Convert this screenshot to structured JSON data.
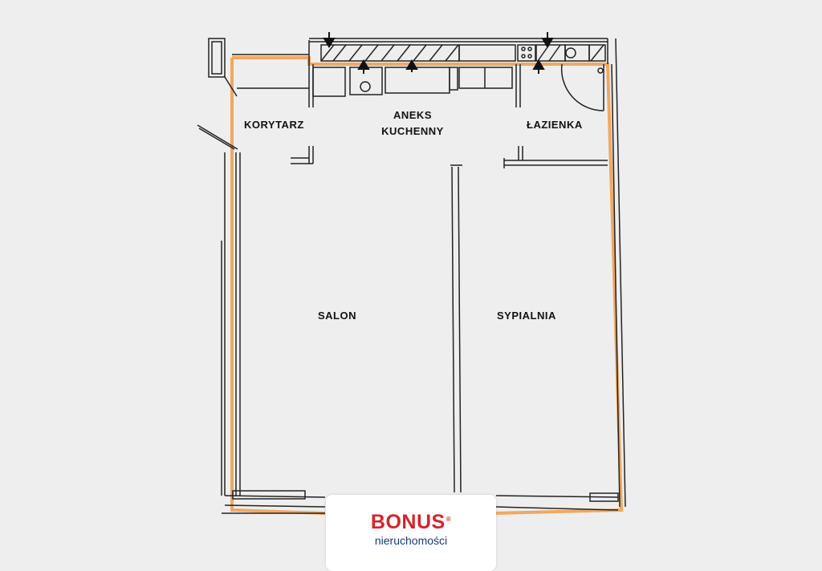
{
  "rooms": {
    "korytarz": "KORYTARZ",
    "aneks_line1": "ANEKS",
    "aneks_line2": "KUCHENNY",
    "lazienka": "ŁAZIENKA",
    "salon": "SALON",
    "sypialnia": "SYPIALNIA"
  },
  "logo": {
    "brand": "BONUS",
    "registered": "®",
    "tagline": "nieruchomości"
  },
  "colors": {
    "wall": "#222222",
    "outline": "#f0a860",
    "brand_red": "#d8232a",
    "brand_blue": "#1b3a7a",
    "background": "#eeeeee"
  }
}
